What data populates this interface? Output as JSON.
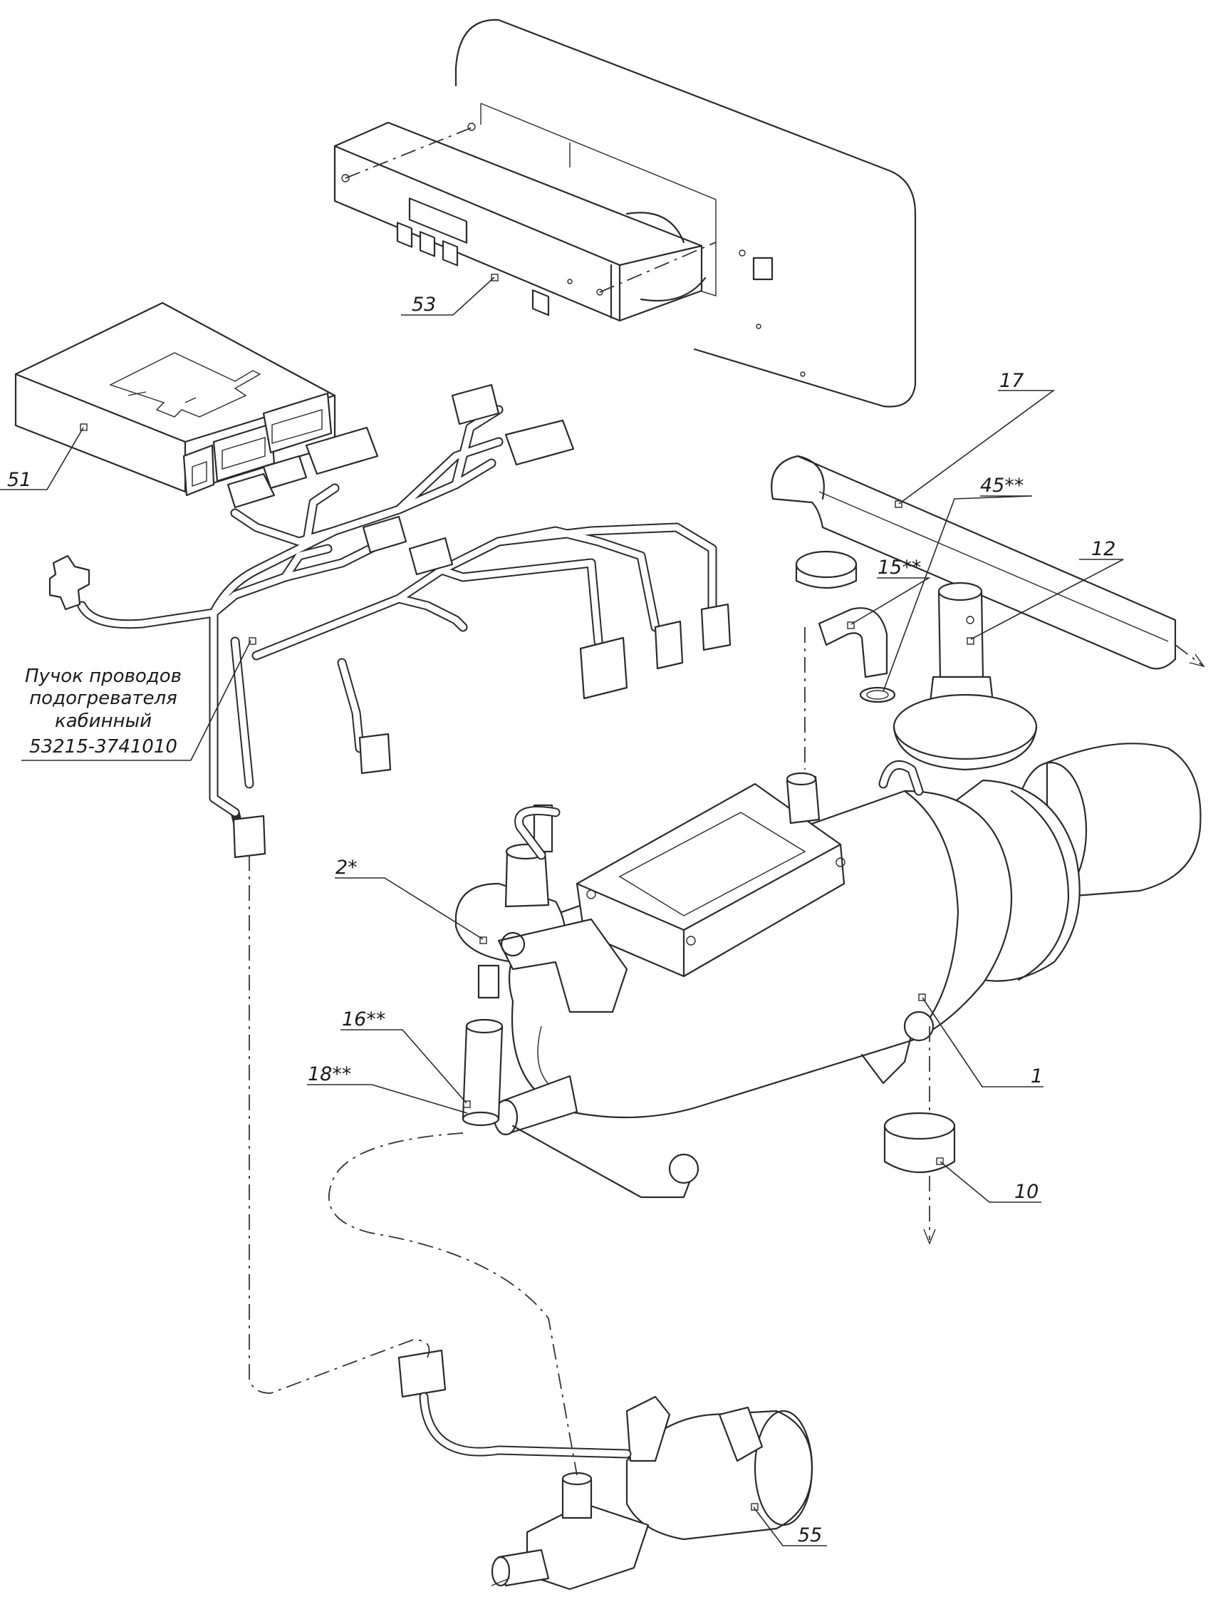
{
  "callouts": {
    "c53": "53",
    "c51": "51",
    "c17": "17",
    "c45": "45**",
    "c12": "12",
    "c15": "15**",
    "c2": "2*",
    "c16": "16**",
    "c18": "18**",
    "c1": "1",
    "c10": "10",
    "c55": "55"
  },
  "harness_note": {
    "line1": "Пучок проводов",
    "line2": "подогревателя",
    "line3": "кабинный",
    "line4": "53215-3741010"
  }
}
